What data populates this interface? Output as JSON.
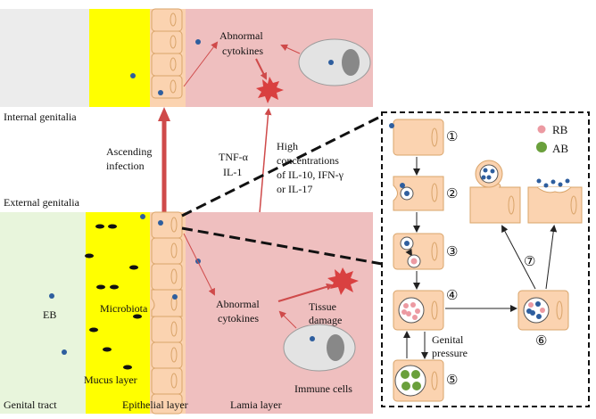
{
  "labels": {
    "internal_genitalia": "Internal genitalia",
    "external_genitalia": "External genitalia",
    "ascending_infection_l1": "Ascending",
    "ascending_infection_l2": "infection",
    "tnf": "TNF-α",
    "il1": "IL-1",
    "high_l1": "High",
    "high_l2": "concentrations",
    "high_l3": "of IL-10, IFN-γ",
    "high_l4": "or IL-17",
    "abnormal_top_l1": "Abnormal",
    "abnormal_top_l2": "cytokines",
    "abnormal_bot_l1": "Abnormal",
    "abnormal_bot_l2": "cytokines",
    "tissue_l1": "Tissue",
    "tissue_l2": "damage",
    "immune_cells": "Immune cells",
    "eb": "EB",
    "microbiota": "Microbiota",
    "mucus_layer": "Mucus layer",
    "genital_tract": "Genital tract",
    "epithelial_layer": "Epithelial  layer",
    "lamia_layer": "Lamia layer",
    "legend_rb": "RB",
    "legend_ab": "AB",
    "genital_l1": "Genital",
    "genital_l2": "pressure"
  },
  "steps": [
    "①",
    "②",
    "③",
    "④",
    "⑤",
    "⑥",
    "⑦"
  ],
  "colors": {
    "tissue_pink": "#efbfbf",
    "epithelial_cell": "#fbd3b0",
    "cell_border": "#d9a46a",
    "mucus_yellow": "#ffff00",
    "tract_green": "#e8f5dc",
    "lumen_grey": "#ececec",
    "arrow_red": "#cf4a4a",
    "eb_blue": "#2e5e9e",
    "rb_pink": "#ec9aa2",
    "ab_green": "#6aa03c"
  }
}
